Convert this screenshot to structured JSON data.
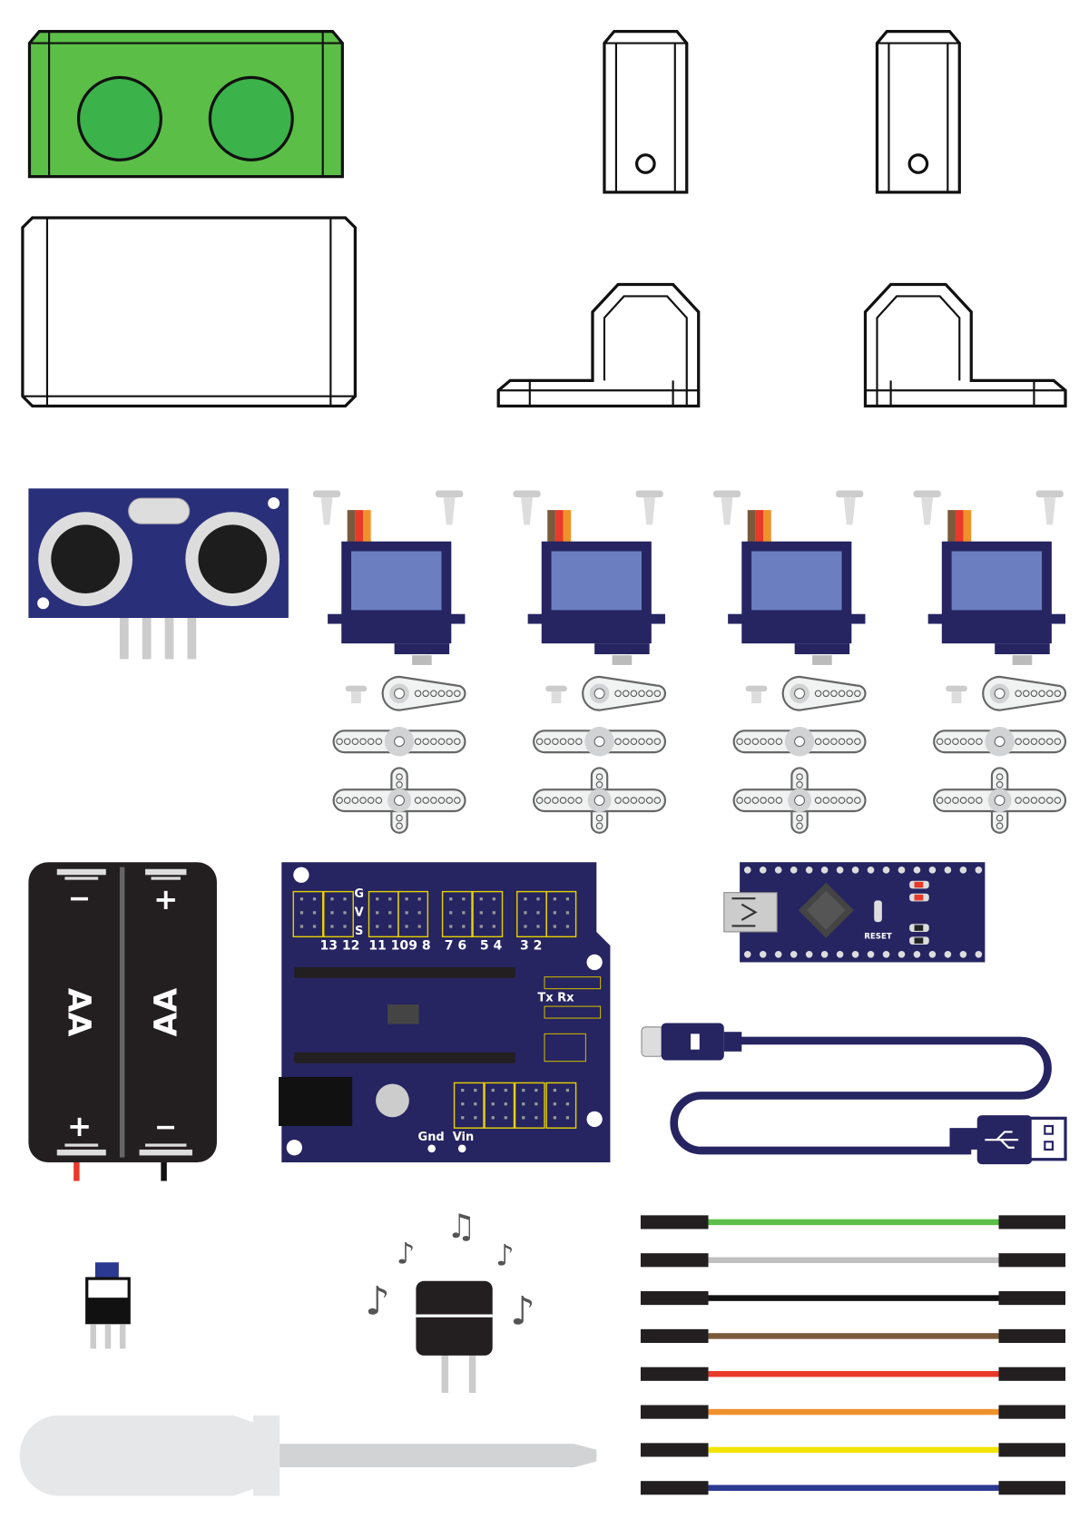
{
  "colors": {
    "bracket_green": "#5bbf47",
    "sensor_green": "#3bb24a",
    "board_blue": "#262461",
    "servo_blue": "#2a2f7a",
    "servo_window": "#6b7fc0",
    "battery_black": "#231f20"
  },
  "battery": {
    "label_left": "AA",
    "label_right": "AA",
    "plus": "+",
    "minus": "−"
  },
  "shield": {
    "gvs": [
      "G",
      "V",
      "S"
    ],
    "pins_a": "13 12  11 109 8",
    "pins_b": "7 6   5 4",
    "pins_c": "3 2",
    "txrx": "Tx Rx",
    "power": "Gnd  Vin"
  },
  "nano": {
    "reset": "RESET"
  },
  "servo_count": 4,
  "wires": [
    {
      "name": "green",
      "color": "#5bbf47"
    },
    {
      "name": "gray",
      "color": "#c0c0c0"
    },
    {
      "name": "black",
      "color": "#111111"
    },
    {
      "name": "brown",
      "color": "#7b5a3c"
    },
    {
      "name": "red",
      "color": "#e8392b"
    },
    {
      "name": "orange",
      "color": "#f0922b"
    },
    {
      "name": "yellow",
      "color": "#f2e500"
    },
    {
      "name": "blue",
      "color": "#2b3990"
    }
  ]
}
